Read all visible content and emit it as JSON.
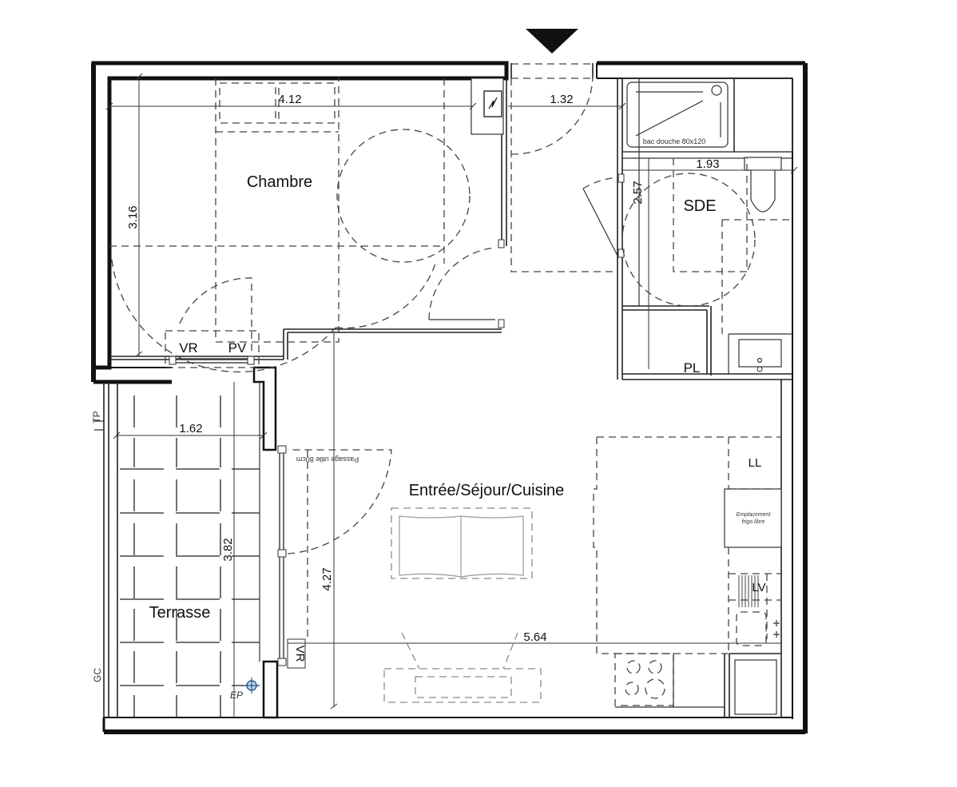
{
  "plan": {
    "entrance_marker": "entrance-arrow",
    "rooms": {
      "chambre": {
        "label": "Chambre"
      },
      "sde": {
        "label": "SDE"
      },
      "sejour": {
        "label": "Entrée/Séjour/Cuisine"
      },
      "terrasse": {
        "label": "Terrasse"
      },
      "placard": {
        "label": "PL"
      }
    },
    "dimensions": {
      "chambre_width": "4.12",
      "chambre_depth": "3.16",
      "entry_width": "1.32",
      "sde_width": "1.93",
      "sde_depth": "2.57",
      "terrasse_width": "1.62",
      "terrasse_depth": "3.82",
      "sejour_depth": "4.27",
      "sejour_width": "5.64"
    },
    "fixtures": {
      "shower": "bac douche 80x120",
      "fridge_line1": "Emplacement",
      "fridge_line2": "frigo libre",
      "washing_machine": "LL",
      "dishwasher": "LV",
      "shutter_bedroom": "VR",
      "window_bedroom": "PV",
      "shutter_living": "VR",
      "passage": "Passage utile 80cm",
      "drain": "EP",
      "railing_tp": "TP",
      "railing_gc": "GC"
    }
  }
}
